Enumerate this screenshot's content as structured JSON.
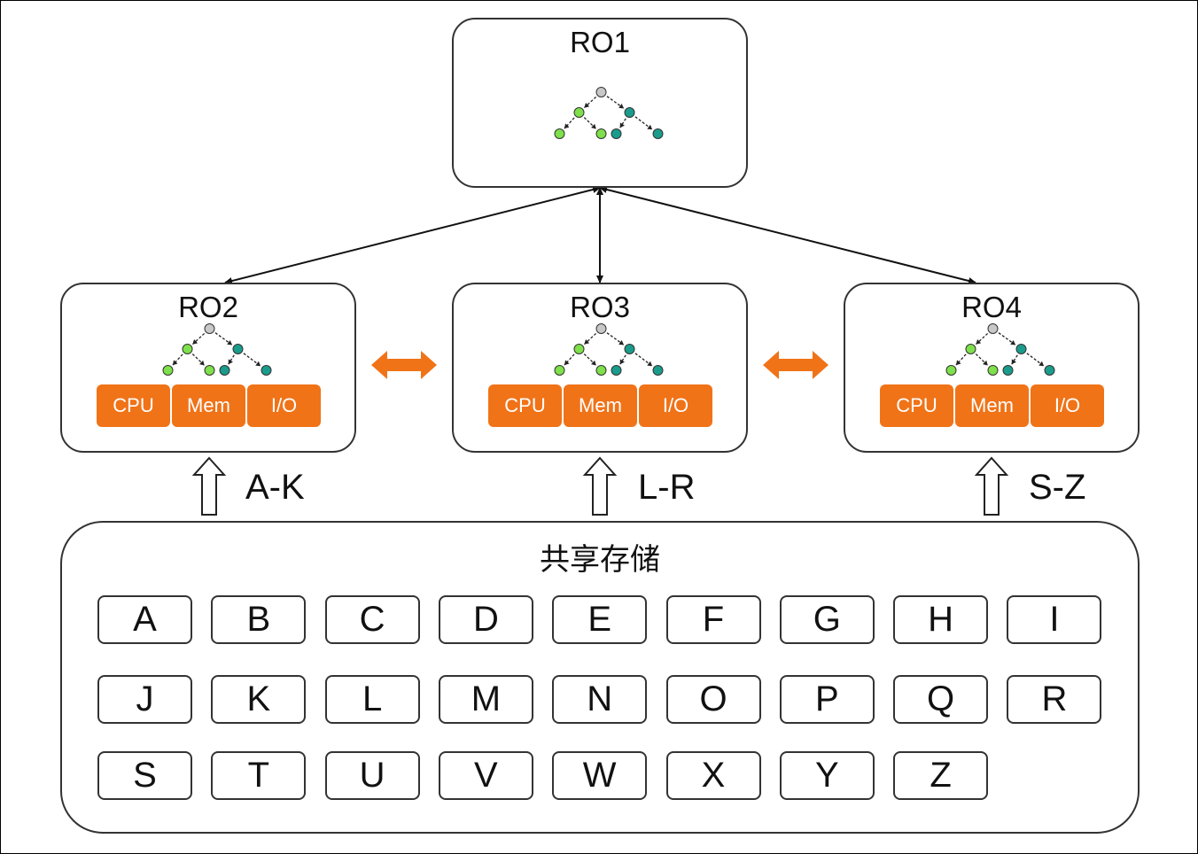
{
  "nodes": {
    "ro1": {
      "title": "RO1"
    },
    "ro2": {
      "title": "RO2",
      "resources": [
        "CPU",
        "Mem",
        "I/O"
      ]
    },
    "ro3": {
      "title": "RO3",
      "resources": [
        "CPU",
        "Mem",
        "I/O"
      ]
    },
    "ro4": {
      "title": "RO4",
      "resources": [
        "CPU",
        "Mem",
        "I/O"
      ]
    }
  },
  "ranges": [
    "A-K",
    "L-R",
    "S-Z"
  ],
  "storage": {
    "title": "共享存储",
    "letters": [
      "A",
      "B",
      "C",
      "D",
      "E",
      "F",
      "G",
      "H",
      "I",
      "J",
      "K",
      "L",
      "M",
      "N",
      "O",
      "P",
      "Q",
      "R",
      "S",
      "T",
      "U",
      "V",
      "W",
      "X",
      "Y",
      "Z"
    ]
  },
  "colors": {
    "resource": "#f07318",
    "sync_arrow": "#f07318",
    "tree_root": "#c8c8c8",
    "tree_left": "#7ee04a",
    "tree_right": "#1a9c8c"
  }
}
